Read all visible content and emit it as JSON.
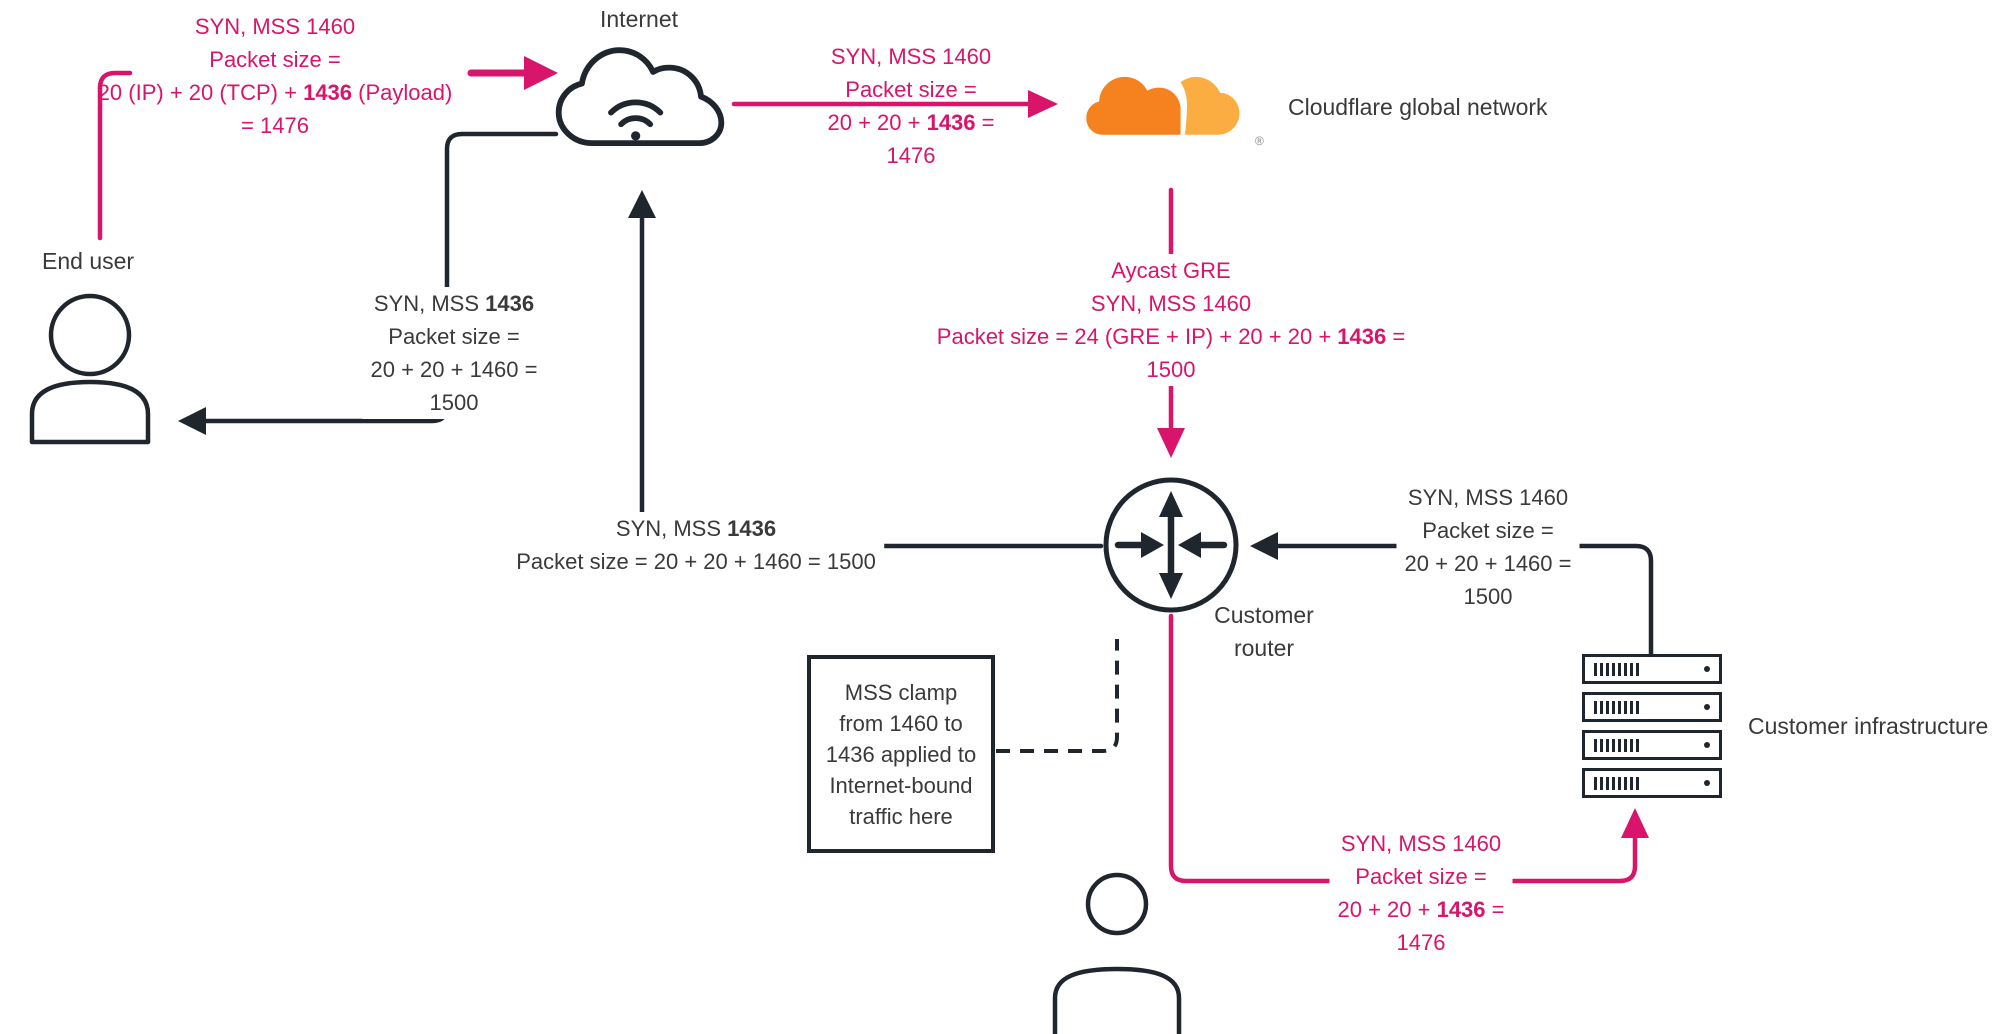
{
  "colors": {
    "pink": "#d8156b",
    "line_dark": "#20262e",
    "text_dark": "#3a3a3a",
    "cloudflare_orange": "#f6821f",
    "cloudflare_light_orange": "#fbad41"
  },
  "nodes": {
    "internet": {
      "label": "Internet"
    },
    "end_user": {
      "label": "End user"
    },
    "cloudflare": {
      "label": "Cloudflare global network",
      "registered_mark": "®"
    },
    "customer_router": {
      "label_line1": "Customer",
      "label_line2": "router"
    },
    "customer_infrastructure": {
      "label": "Customer infrastructure"
    }
  },
  "icons": {
    "internet": "cloud-wifi-icon",
    "cloudflare": "cloudflare-cloud-icon",
    "end_user": "person-icon",
    "customer_router": "router-circle-arrows-icon",
    "customer_infrastructure": "server-stack-icon",
    "origin_user": "person-icon"
  },
  "labels": {
    "user_to_internet": {
      "lines": [
        [
          "SYN, MSS 1460"
        ],
        [
          "Packet size ="
        ],
        [
          "20 (IP) + 20 (TCP) + ",
          {
            "t": "1436",
            "b": true
          },
          " (Payload)"
        ],
        [
          "= 1476"
        ]
      ]
    },
    "internet_to_cloudflare": {
      "lines": [
        [
          "SYN, MSS 1460"
        ],
        [
          "Packet size ="
        ],
        [
          "20 + 20 + ",
          {
            "t": "1436",
            "b": true
          },
          " ="
        ],
        [
          "1476"
        ]
      ]
    },
    "cloudflare_to_router": {
      "lines": [
        [
          "Aycast GRE"
        ],
        [
          "SYN, MSS 1460"
        ],
        [
          "Packet size = 24 (GRE + IP) + 20 + 20 + ",
          {
            "t": "1436",
            "b": true
          },
          " ="
        ],
        [
          "1500"
        ]
      ]
    },
    "router_to_internet": {
      "lines": [
        [
          "SYN, MSS ",
          {
            "t": "1436",
            "b": true
          }
        ],
        [
          "Packet size = 20 + 20 + 1460 = 1500"
        ]
      ]
    },
    "internet_to_user": {
      "lines": [
        [
          "SYN, MSS ",
          {
            "t": "1436",
            "b": true
          }
        ],
        [
          "Packet size ="
        ],
        [
          "20 + 20 + 1460 ="
        ],
        [
          "1500"
        ]
      ]
    },
    "infra_to_router": {
      "lines": [
        [
          "SYN, MSS 1460"
        ],
        [
          "Packet size ="
        ],
        [
          "20 + 20 + 1460 ="
        ],
        [
          "1500"
        ]
      ]
    },
    "router_to_infra": {
      "lines": [
        [
          "SYN, MSS 1460"
        ],
        [
          "Packet size ="
        ],
        [
          "20 + 20 + ",
          {
            "t": "1436",
            "b": true
          },
          " ="
        ],
        [
          "1476"
        ]
      ]
    },
    "mss_clamp_note": {
      "lines": [
        [
          "MSS clamp"
        ],
        [
          "from 1460 to"
        ],
        [
          "1436 applied to"
        ],
        [
          "Internet-bound"
        ],
        [
          "traffic here"
        ]
      ]
    }
  }
}
